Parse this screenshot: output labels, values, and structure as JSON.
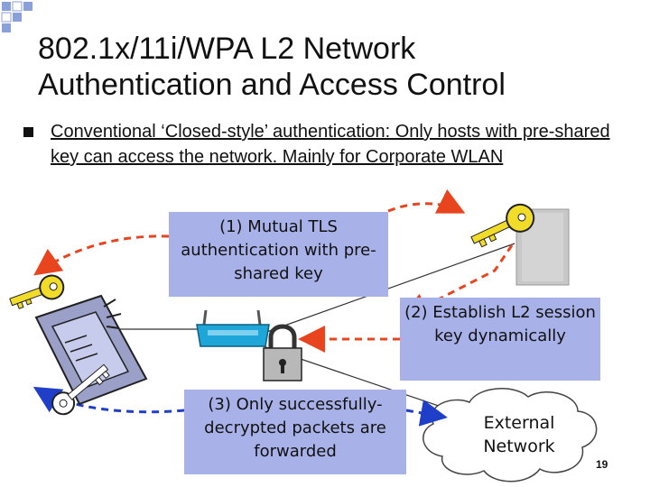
{
  "slide": {
    "title": "802.1x/11i/WPA L2 Network Authentication and Access Control",
    "bullet": "Conventional ‘Closed-style’ authentication: Only hosts with pre-shared key can access the network. Mainly for Corporate WLAN",
    "page_number": "19"
  },
  "diagram": {
    "step1": "(1) Mutual TLS authentication with pre-shared key",
    "step2": "(2) Establish L2 session key dynamically",
    "step3": "(3) Only successfully-decrypted packets are forwarded",
    "cloud": "External Network"
  },
  "colors": {
    "box_fill": "#a8b2e8",
    "red_arrow": "#e8451f",
    "blue_arrow": "#1f3fc8",
    "key_gold": "#f2dc2a",
    "access_point": "#1fa6d8",
    "server": "#c8c8c8"
  },
  "icons": [
    "corner-squares-icon",
    "bullet-square-icon",
    "laptop-icon",
    "gold-key-icon",
    "silver-key-icon",
    "access-point-icon",
    "padlock-icon",
    "server-icon",
    "cloud-icon"
  ]
}
